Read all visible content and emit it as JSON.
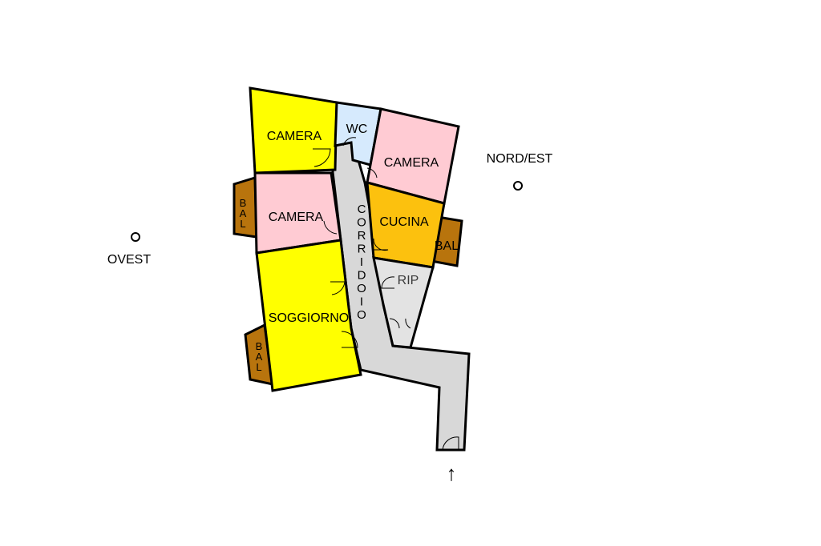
{
  "plan": {
    "rooms": [
      {
        "key": "camera_nw",
        "label": "CAMERA",
        "type": "bedroom"
      },
      {
        "key": "wc",
        "label": "WC",
        "type": "bathroom"
      },
      {
        "key": "camera_ne",
        "label": "CAMERA",
        "type": "bedroom"
      },
      {
        "key": "camera_w",
        "label": "CAMERA",
        "type": "bedroom"
      },
      {
        "key": "cucina",
        "label": "CUCINA",
        "type": "kitchen"
      },
      {
        "key": "rip",
        "label": "RIP",
        "type": "storage"
      },
      {
        "key": "soggiorno",
        "label": "SOGGIORNO",
        "type": "living"
      },
      {
        "key": "corridoio",
        "label": "CORRIDOIO",
        "type": "hallway"
      }
    ],
    "balconies": [
      {
        "key": "bal_w",
        "label": "BAL",
        "orientation": "vertical"
      },
      {
        "key": "bal_e",
        "label": "BAL",
        "orientation": "horizontal"
      },
      {
        "key": "bal_sw",
        "label": "BAL",
        "orientation": "vertical"
      }
    ],
    "orientation_labels": {
      "west": "OVEST",
      "northeast": "NORD/EST"
    },
    "entrance_arrow": "↑"
  },
  "colors": {
    "bedroom_yellow": "#ffff00",
    "bedroom_pink": "#ffcbd3",
    "bathroom": "#d6eafd",
    "kitchen": "#fcc10e",
    "storage": "#e3e3e3",
    "hallway": "#d8d8d8",
    "balcony": "#b8740d",
    "walls": "#000000"
  }
}
